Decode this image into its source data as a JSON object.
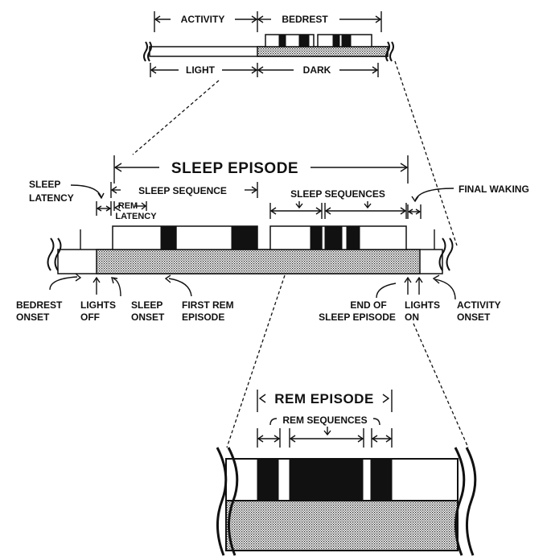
{
  "colors": {
    "ink": "#111111",
    "paper": "#ffffff",
    "stipple": "#9a9a9a"
  },
  "top": {
    "activity": "ACTIVITY",
    "bedrest": "BEDREST",
    "light": "LIGHT",
    "dark": "DARK"
  },
  "middle": {
    "sleep_episode": "SLEEP EPISODE",
    "sleep_latency_1": "SLEEP",
    "sleep_latency_2": "LATENCY",
    "sleep_sequence": "SLEEP SEQUENCE",
    "rem_latency_1": "REM",
    "rem_latency_2": "LATENCY",
    "sleep_sequences": "SLEEP SEQUENCES",
    "final_waking": "FINAL WAKING",
    "bedrest_onset_1": "BEDREST",
    "bedrest_onset_2": "ONSET",
    "lights_off_1": "LIGHTS",
    "lights_off_2": "OFF",
    "sleep_onset_1": "SLEEP",
    "sleep_onset_2": "ONSET",
    "first_rem_1": "FIRST REM",
    "first_rem_2": "EPISODE",
    "end_sleep_1": "END OF",
    "end_sleep_2": "SLEEP EPISODE",
    "lights_on_1": "LIGHTS",
    "lights_on_2": "ON",
    "activity_onset_1": "ACTIVITY",
    "activity_onset_2": "ONSET"
  },
  "bottom": {
    "rem_episode": "REM EPISODE",
    "rem_sequences": "REM SEQUENCES"
  }
}
